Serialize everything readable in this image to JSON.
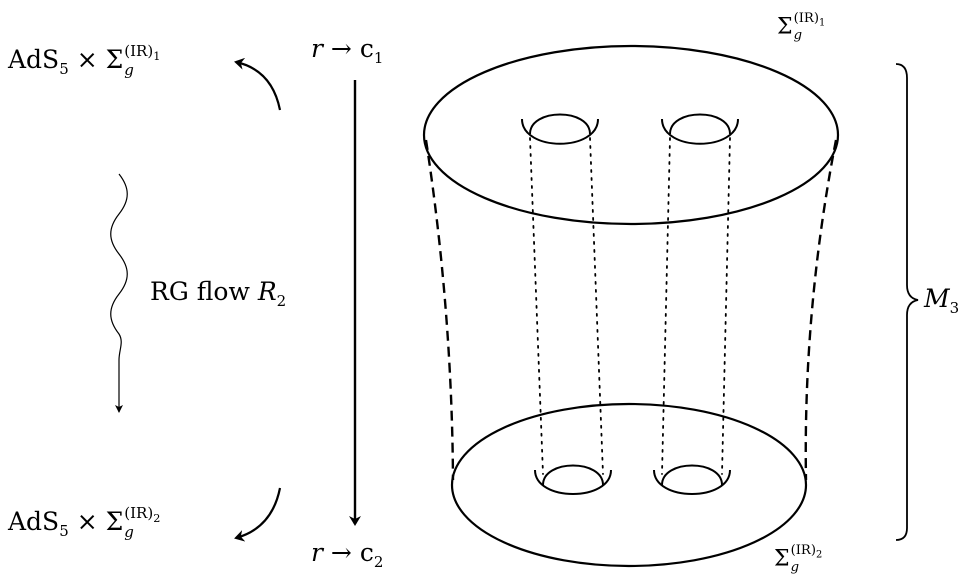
{
  "labels": {
    "top_left": {
      "base": "AdS",
      "base_sub": "5",
      "times": "×",
      "sigma": "Σ",
      "sup": "(IR)",
      "sup_sub": "1",
      "sub": "g"
    },
    "bottom_left": {
      "base": "AdS",
      "base_sub": "5",
      "times": "×",
      "sigma": "Σ",
      "sup": "(IR)",
      "sup_sub": "2",
      "sub": "g"
    },
    "top_right": {
      "sigma": "Σ",
      "sup": "(IR)",
      "sup_sub": "1",
      "sub": "g"
    },
    "bottom_right": {
      "sigma": "Σ",
      "sup": "(IR)",
      "sup_sub": "2",
      "sub": "g"
    },
    "r_top": {
      "var": "r",
      "arrow": "→",
      "c": "c",
      "c_sub": "1"
    },
    "r_bottom": {
      "var": "r",
      "arrow": "→",
      "c": "c",
      "c_sub": "2"
    },
    "rg_flow": {
      "text": "RG flow",
      "script": "R",
      "script_sub": "2"
    },
    "manifold": {
      "name": "M",
      "name_sub": "3"
    }
  },
  "colors": {
    "ink": "#000000",
    "background": "#ffffff"
  }
}
